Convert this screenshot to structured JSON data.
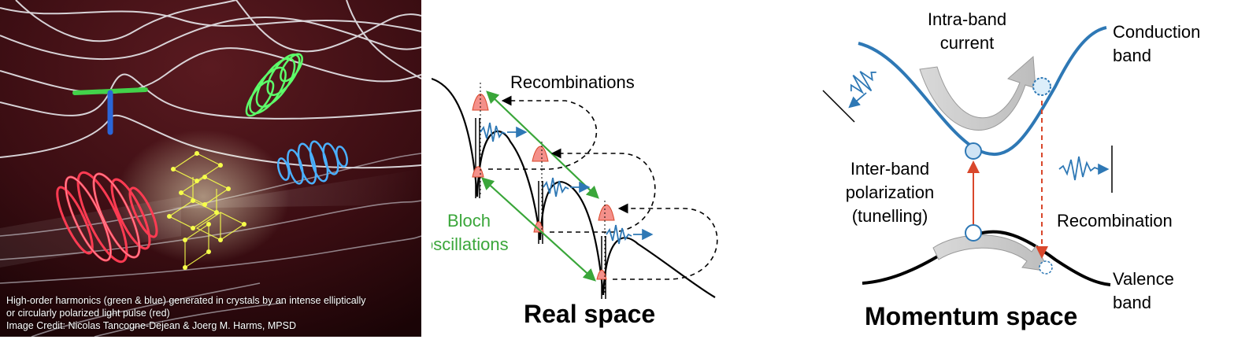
{
  "colors": {
    "background": "#ffffff",
    "art_background": "#3a0d12",
    "harmonic_green": "#5dff6a",
    "harmonic_blue": "#4ab0ff",
    "pulse_red": "#ff3b52",
    "crystal_yellow": "#f6ff4a",
    "band_blue": "#2e78b5",
    "bloch_green": "#3aa63a",
    "recombination_red": "#d9472b"
  },
  "left_panel": {
    "caption_line1": "High-order harmonics (green & blue) generated in crystals by an intense elliptically",
    "caption_line2": "or circularly polarized light pulse (red)",
    "caption_line3": "Image Credit: Nicolas Tancogne-Dejean & Joerg M. Harms, MPSD"
  },
  "real_space": {
    "title": "Real space",
    "recombinations_label": "Recombinations",
    "bloch_label_line1": "Bloch",
    "bloch_label_line2": "oscillations"
  },
  "momentum_space": {
    "title": "Momentum space",
    "intra_line1": "Intra-band",
    "intra_line2": "current",
    "conduction_line1": "Conduction",
    "conduction_line2": "band",
    "inter_line1": "Inter-band",
    "inter_line2": "polarization",
    "inter_line3": "(tunelling)",
    "recombination_label": "Recombination",
    "valence_line1": "Valence",
    "valence_line2": "band"
  }
}
